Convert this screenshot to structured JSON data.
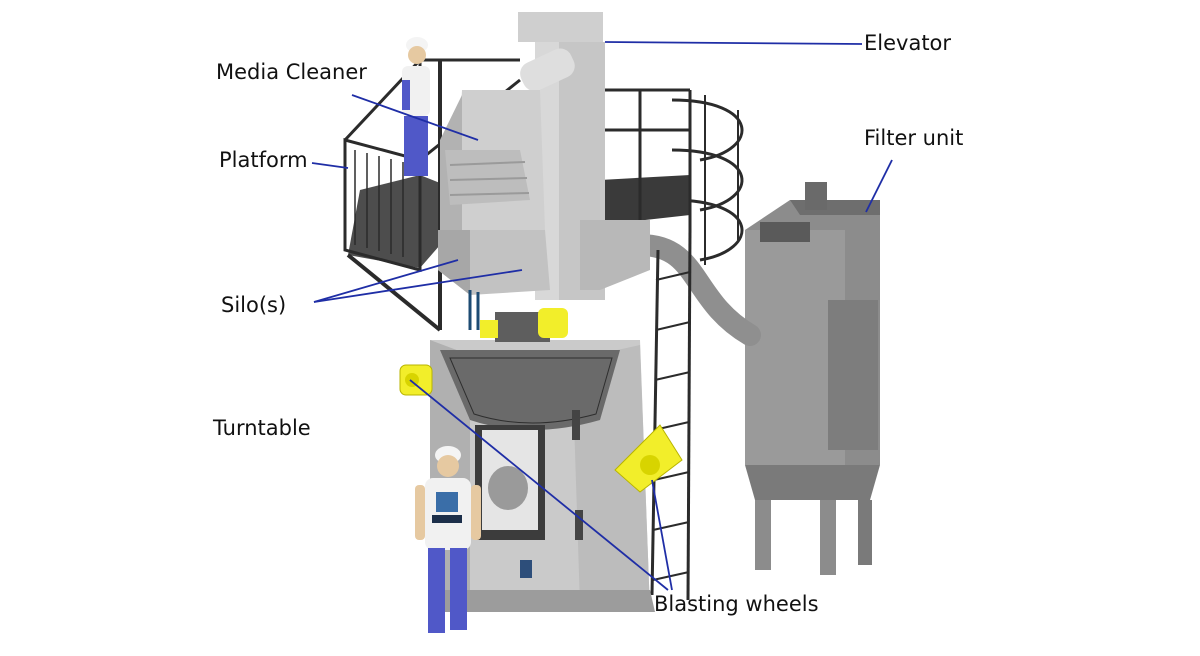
{
  "labels": {
    "elevator": "Elevator",
    "media_cleaner": "Media Cleaner",
    "platform": "Platform",
    "filter_unit": "Filter unit",
    "silos": "Silo(s)",
    "turntable": "Turntable",
    "blasting_wheels": "Blasting wheels"
  },
  "colors": {
    "machine_body": "#c9c9c9",
    "machine_shade": "#a9a9a9",
    "frame": "#2b2b2b",
    "filter_body": "#8c8c8c",
    "accent_yellow": "#f2ee2a",
    "leader_line": "#1f2ea6",
    "worker_shirt": "#f1f1f1",
    "worker_trousers": "#5058c8"
  },
  "icons": [
    "worker-figure",
    "hard-hat"
  ]
}
